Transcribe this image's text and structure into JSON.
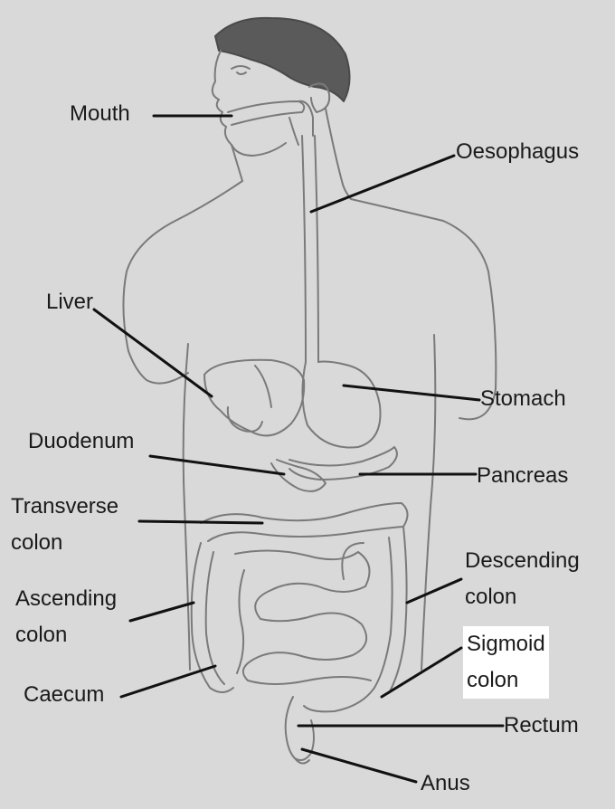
{
  "labels": {
    "mouth": "Mouth",
    "oesophagus": "Oesophagus",
    "liver": "Liver",
    "stomach": "Stomach",
    "duodenum": "Duodenum",
    "pancreas": "Pancreas",
    "transverse_colon": [
      "Transverse",
      "colon"
    ],
    "descending_colon": [
      "Descending",
      "colon"
    ],
    "ascending_colon": [
      "Ascending",
      "colon"
    ],
    "sigmoid_colon": [
      "Sigmoid",
      "colon"
    ],
    "caecum": "Caecum",
    "rectum": "Rectum",
    "anus": "Anus"
  },
  "colors": {
    "background": "#d9d9d9",
    "pencil": "#7a7a7a",
    "hair": "#5a5a5a",
    "leader_line": "#111111",
    "label_text": "#1a1a1a",
    "highlight_box": "#ffffff"
  }
}
